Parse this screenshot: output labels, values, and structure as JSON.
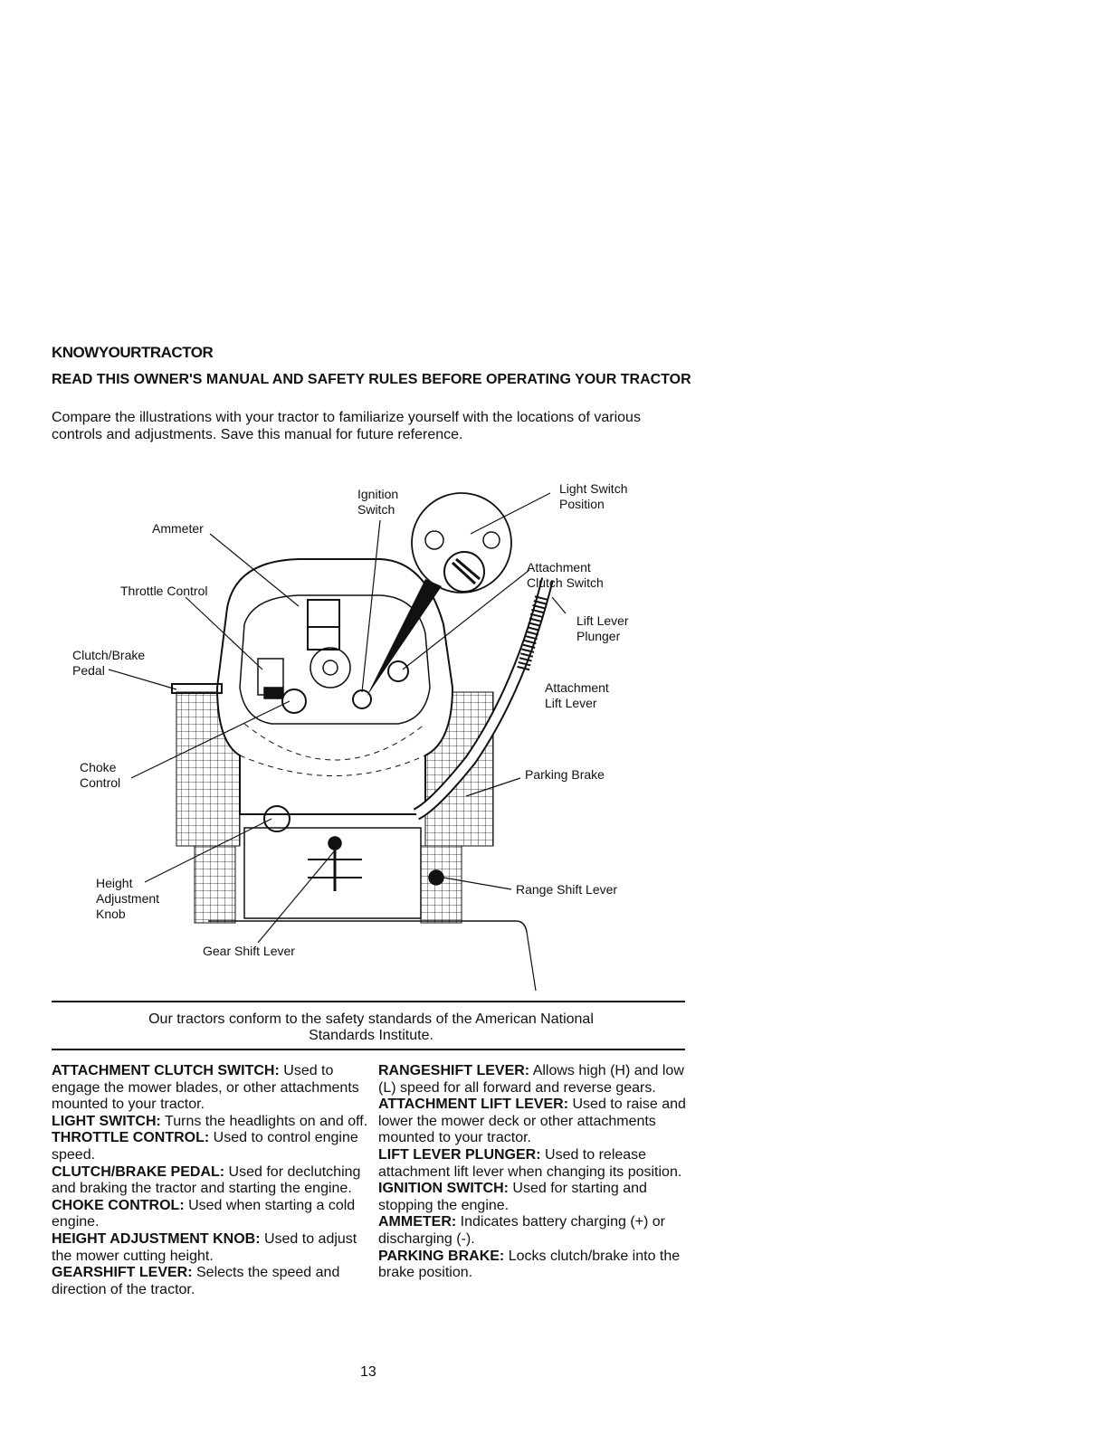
{
  "heading": "KNOWYOURTRACTOR",
  "subheading": "READ THIS OWNER'S MANUAL AND SAFETY RULES BEFORE OPERATING YOUR TRACTOR",
  "intro": "Compare the illustrations with your tractor to familiarize yourself with the locations of various controls and adjustments. Save this manual for future reference.",
  "labels": {
    "ignition_switch": "Ignition Switch",
    "light_switch": "Light Switch Position",
    "ammeter": "Ammeter",
    "throttle": "Throttle Control",
    "attachment_clutch": "Attachment Clutch Switch",
    "lift_lever_plunger": "Lift Lever Plunger",
    "clutch_brake": "Clutch/Brake Pedal",
    "attachment_lift": "Attachment Lift Lever",
    "choke": "Choke Control",
    "parking_brake": "Parking Brake",
    "height_knob": "Height Adjustment Knob",
    "range_shift": "Range Shift Lever",
    "gear_shift": "Gear Shift Lever"
  },
  "conformance": "Our tractors conform to the safety standards of the American National Standards Institute.",
  "left_column": [
    {
      "term": "ATTACHMENT CLUTCH SWITCH:",
      "desc": "Used to engage the mower blades, or other attachments mounted to your tractor."
    },
    {
      "term": "LIGHT SWITCH:",
      "desc": "Turns the headlights on and off."
    },
    {
      "term": "THROTTLE CONTROL:",
      "desc": "Used to control engine speed."
    },
    {
      "term": "CLUTCH/BRAKE PEDAL:",
      "desc": "Used for declutching and braking the tractor and starting the engine."
    },
    {
      "term": "CHOKE CONTROL:",
      "desc": "Used when starting a cold engine."
    },
    {
      "term": "HEIGHT ADJUSTMENT KNOB:",
      "desc": "Used to adjust the mower cutting height."
    },
    {
      "term": "GEARSHIFT LEVER:",
      "desc": "Selects the speed and direction of the tractor."
    }
  ],
  "right_column": [
    {
      "term": "RANGESHIFT LEVER:",
      "desc": "Allows high (H) and low (L) speed for all forward and reverse gears."
    },
    {
      "term": "ATTACHMENT LIFT LEVER:",
      "desc": "Used to raise and lower the mower deck or other attachments mounted to your tractor."
    },
    {
      "term": "LIFT LEVER PLUNGER:",
      "desc": "Used to release attachment lift lever when changing its position."
    },
    {
      "term": "IGNITION SWITCH:",
      "desc": "Used for starting and stopping the engine."
    },
    {
      "term": "AMMETER:",
      "desc": "Indicates battery charging (+) or discharging (-)."
    },
    {
      "term": "PARKING BRAKE:",
      "desc": "Locks clutch/brake into the brake position."
    }
  ],
  "page_number": "13"
}
